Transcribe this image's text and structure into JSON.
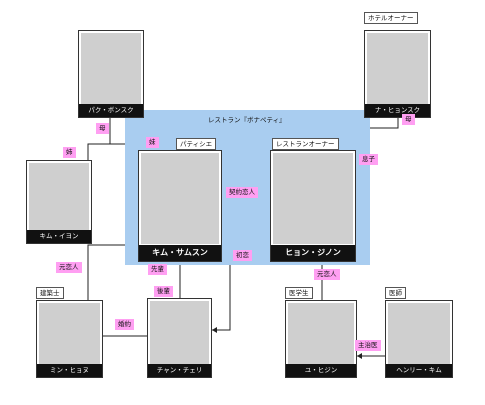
{
  "group": {
    "title": "レストラン『ボナペティ』"
  },
  "people": {
    "park_bongsook": {
      "name": "パク・ボンスク"
    },
    "na_hyunsook": {
      "name": "ナ・ヒョンスク",
      "role": "ホテルオーナー"
    },
    "kim_iyoung": {
      "name": "キム・イヨン"
    },
    "kim_samsoon": {
      "name": "キム・サムスン",
      "role": "パティシエ"
    },
    "hyun_jinheon": {
      "name": "ヒョン・ジノン",
      "role": "レストランオーナー"
    },
    "min_hyunwoo": {
      "name": "ミン・ヒョヌ",
      "role": "建築士"
    },
    "jang_chaeri": {
      "name": "チャン・チェリ"
    },
    "yu_heejin": {
      "name": "ユ・ヒジン",
      "role": "医学生"
    },
    "henry_kim": {
      "name": "ヘンリー・キム",
      "role": "医師"
    }
  },
  "relations": {
    "mother_left": "母",
    "mother_right": "母",
    "older_sister": "姉",
    "younger_sister": "妹",
    "contract_lover": "契約恋人",
    "son": "息子",
    "ex_lover_left": "元恋人",
    "senior": "先輩",
    "first_love": "初恋",
    "ex_lover_right": "元恋人",
    "junior": "後輩",
    "engaged": "婚約",
    "attending_doctor": "主治医"
  }
}
